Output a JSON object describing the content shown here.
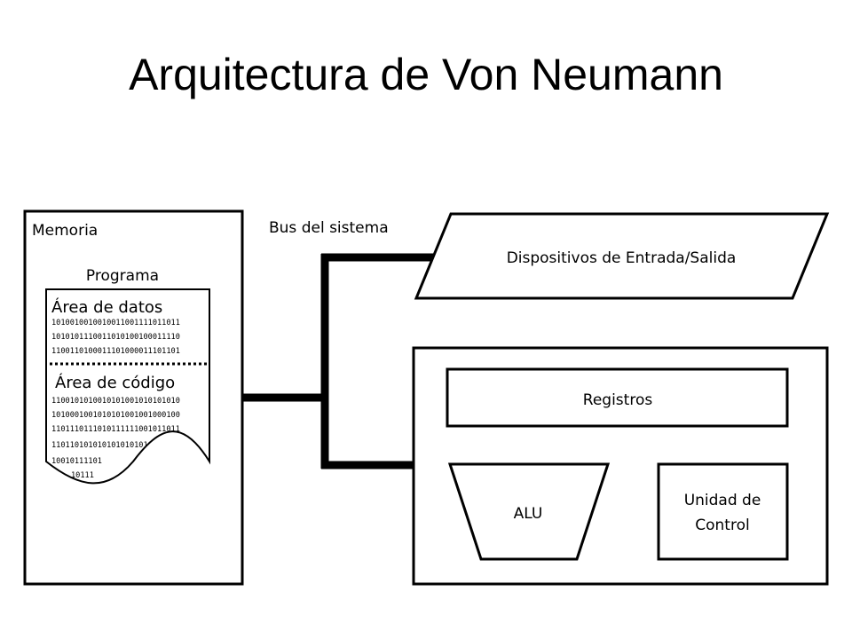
{
  "title": "Arquitectura de Von Neumann",
  "memory": {
    "label": "Memoria",
    "program_label": "Programa",
    "data_area_label": "Área de datos",
    "code_area_label": "Área de código",
    "data_bits": [
      "1010010010010011001111011011",
      "1010101110011010100100011110",
      "1100110100011101000011101101"
    ],
    "code_bits": [
      "1100101010010101001010101010",
      "1010001001010101001001000100",
      "1101110111010111111001011011",
      "11011010101010101010101010",
      "10010111101",
      "10111"
    ]
  },
  "bus_label": "Bus del sistema",
  "io_label": "Dispositivos de Entrada/Salida",
  "cpu": {
    "registers_label": "Registros",
    "alu_label": "ALU",
    "control_label_line1": "Unidad de",
    "control_label_line2": "Control"
  }
}
